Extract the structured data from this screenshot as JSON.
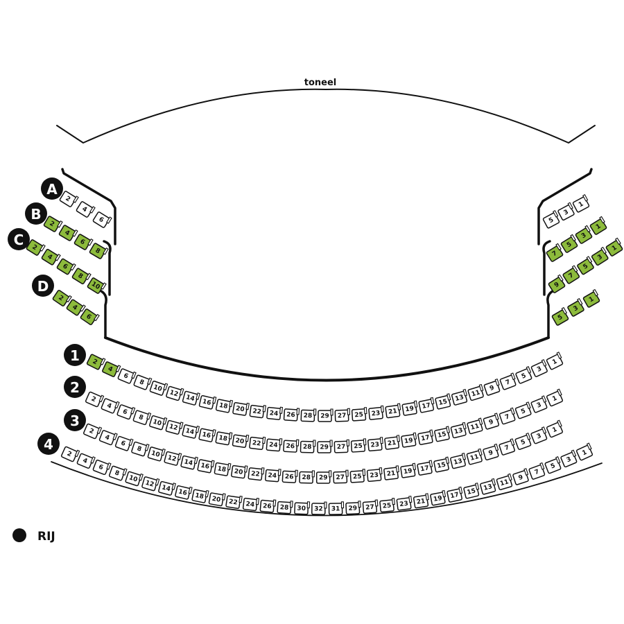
{
  "stage_label": "toneel",
  "legend": {
    "label": "RIJ"
  },
  "colors": {
    "available": "#ffffff",
    "selected": "#8dbb3c",
    "outline": "#111111"
  },
  "main_rows": [
    {
      "label": "1",
      "seats": [
        "2",
        "4",
        "6",
        "8",
        "10",
        "12",
        "14",
        "16",
        "18",
        "20",
        "22",
        "24",
        "26",
        "28",
        "29",
        "27",
        "25",
        "23",
        "21",
        "19",
        "17",
        "15",
        "13",
        "11",
        "9",
        "7",
        "5",
        "3",
        "1"
      ],
      "selected": [
        "2",
        "4"
      ]
    },
    {
      "label": "2",
      "seats": [
        "2",
        "4",
        "6",
        "8",
        "10",
        "12",
        "14",
        "16",
        "18",
        "20",
        "22",
        "24",
        "26",
        "28",
        "29",
        "27",
        "25",
        "23",
        "21",
        "19",
        "17",
        "15",
        "13",
        "11",
        "9",
        "7",
        "5",
        "3",
        "1"
      ],
      "selected": []
    },
    {
      "label": "3",
      "seats": [
        "2",
        "4",
        "6",
        "8",
        "10",
        "12",
        "14",
        "16",
        "18",
        "20",
        "22",
        "24",
        "26",
        "28",
        "29",
        "27",
        "25",
        "23",
        "21",
        "19",
        "17",
        "15",
        "13",
        "11",
        "9",
        "7",
        "5",
        "3",
        "1"
      ],
      "selected": []
    },
    {
      "label": "4",
      "seats": [
        "2",
        "4",
        "6",
        "8",
        "10",
        "12",
        "14",
        "16",
        "18",
        "20",
        "22",
        "24",
        "26",
        "28",
        "30",
        "32",
        "31",
        "29",
        "27",
        "25",
        "23",
        "21",
        "19",
        "17",
        "15",
        "13",
        "11",
        "9",
        "7",
        "5",
        "3",
        "1"
      ],
      "selected": []
    }
  ],
  "left_boxes": [
    {
      "label": "A",
      "seats": [
        "2",
        "4",
        "6"
      ],
      "selected": false
    },
    {
      "label": "B",
      "seats": [
        "2",
        "4",
        "6",
        "8"
      ],
      "selected": true
    },
    {
      "label": "C",
      "seats": [
        "2",
        "4",
        "6",
        "8",
        "10"
      ],
      "selected": true
    },
    {
      "label": "D",
      "seats": [
        "2",
        "4",
        "6"
      ],
      "selected": true
    }
  ],
  "right_boxes": [
    {
      "seats": [
        "5",
        "3",
        "1"
      ],
      "selected": false
    },
    {
      "seats": [
        "7",
        "5",
        "3",
        "1"
      ],
      "selected": true
    },
    {
      "seats": [
        "9",
        "7",
        "5",
        "3",
        "1"
      ],
      "selected": true
    },
    {
      "seats": [
        "5",
        "3",
        "1"
      ],
      "selected": true
    }
  ]
}
